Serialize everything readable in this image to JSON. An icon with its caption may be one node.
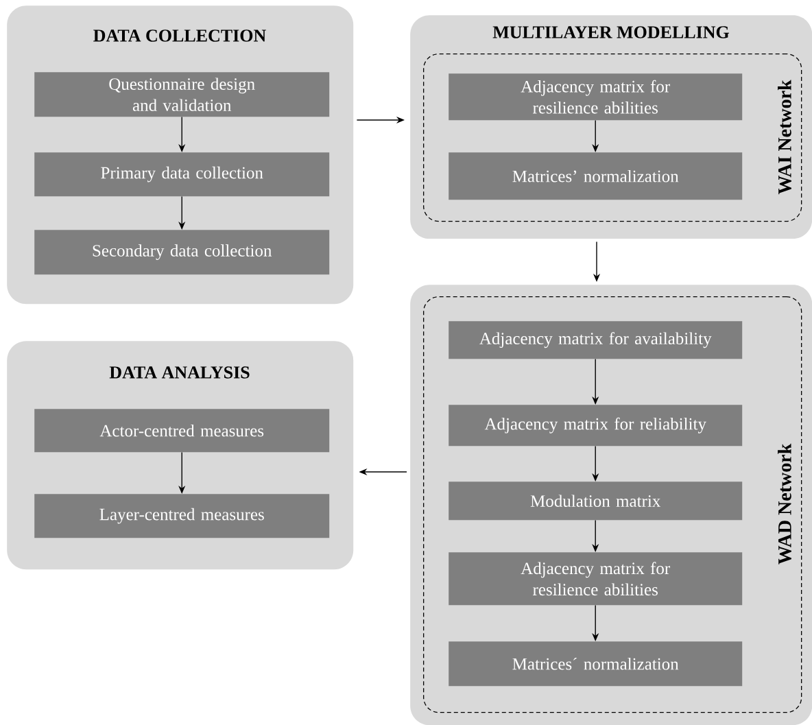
{
  "diagram": {
    "nodes": [
      {
        "text": [
          "DATA COLLECTION"
        ]
      },
      {
        "text": [
          "Questionnaire design and validation"
        ],
        "in": 0
      },
      {
        "text": [
          "Primary data collection"
        ],
        "in": 0
      },
      {
        "text": [
          "Secondary data collection"
        ],
        "in": 0
      },
      {
        "text": [
          "MULTILAYER MODELLING"
        ]
      },
      {
        "text": [
          "WAI Network"
        ],
        "in": 4
      },
      {
        "text": [
          "Adjacency matrix for resilience abilities"
        ],
        "in": 5
      },
      {
        "text": [
          "Matrices’ normalization"
        ],
        "in": 5
      },
      {
        "text": [],
        "shape": "box"
      },
      {
        "text": [
          "WAD Network"
        ],
        "in": 8
      },
      {
        "text": [
          "Adjacency matrix for availability"
        ],
        "in": 9
      },
      {
        "text": [
          "Adjacency matrix for reliability"
        ],
        "in": 9
      },
      {
        "text": [
          "Modulation matrix"
        ],
        "in": 9
      },
      {
        "text": [
          "Adjacency matrix for resilience abilities"
        ],
        "in": 9
      },
      {
        "text": [
          "Matrices´ normalization"
        ],
        "in": 9
      },
      {
        "text": [
          "DATA ANALYSIS"
        ]
      },
      {
        "text": [
          "Actor-centred measures"
        ],
        "in": 15
      },
      {
        "text": [
          "Layer-centred measures"
        ],
        "in": 15
      }
    ],
    "edges": [
      {
        "from": 1,
        "to": 2,
        "arrow": "to"
      },
      {
        "from": 2,
        "to": 3,
        "arrow": "to"
      },
      {
        "from": 0,
        "to": 4,
        "arrow": "to"
      },
      {
        "from": 6,
        "to": 7,
        "arrow": "to"
      },
      {
        "from": 4,
        "to": 8,
        "arrow": "to"
      },
      {
        "from": 10,
        "to": 11,
        "arrow": "to"
      },
      {
        "from": 11,
        "to": 12,
        "arrow": "to"
      },
      {
        "from": 12,
        "to": 13,
        "arrow": "to"
      },
      {
        "from": 13,
        "to": 14,
        "arrow": "to"
      },
      {
        "from": 8,
        "to": 15,
        "arrow": "to"
      },
      {
        "from": 16,
        "to": 17,
        "arrow": "to"
      }
    ]
  }
}
